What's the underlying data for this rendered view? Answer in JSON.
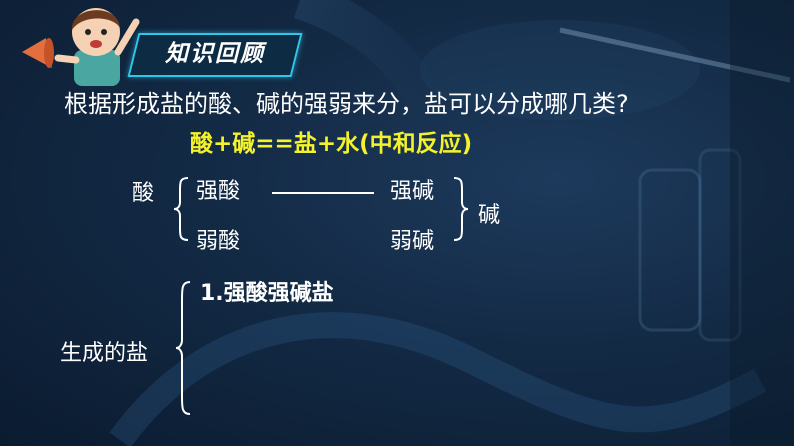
{
  "header": {
    "title": "知识回顾"
  },
  "question": "根据形成盐的酸、碱的强弱来分，盐可以分成哪几类?",
  "equation": "酸+碱==盐+水(中和反应)",
  "acid": {
    "label": "酸",
    "strong": "强酸",
    "weak": "弱酸"
  },
  "base": {
    "label": "碱",
    "strong": "强碱",
    "weak": "弱碱"
  },
  "salt": {
    "label": "生成的盐",
    "items": [
      "1.强酸强碱盐"
    ]
  },
  "colors": {
    "accent": "#2fc6e8",
    "equation": "#f4f22a",
    "background": "#132a45"
  }
}
